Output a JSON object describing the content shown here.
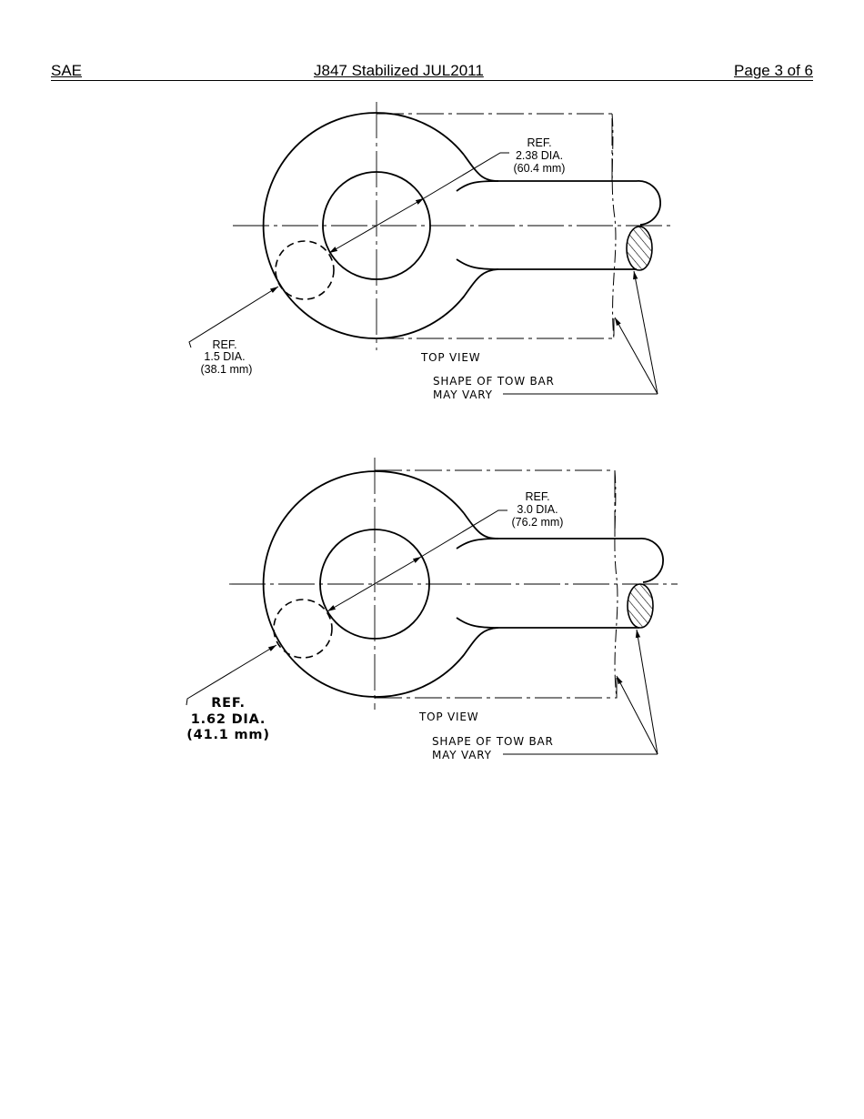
{
  "header": {
    "left": "SAE",
    "center": "J847 Stabilized JUL2011",
    "right": "Page 3 of 6"
  },
  "figures": [
    {
      "id": "figure-1",
      "large_dia_label": {
        "line1": "REF.",
        "line2": "2.38 DIA.",
        "line3": "(60.4 mm)"
      },
      "small_dia_label": {
        "line1": "REF.",
        "line2": "1.5  DIA.",
        "line3": "(38.1 mm)"
      },
      "view_label": "TOP VIEW",
      "note": {
        "line1": "SHAPE OF TOW BAR",
        "line2": "MAY VARY"
      }
    },
    {
      "id": "figure-2",
      "large_dia_label": {
        "line1": "REF.",
        "line2": "3.0 DIA.",
        "line3": "(76.2 mm)"
      },
      "small_dia_label": {
        "line1": "REF.",
        "line2": "1.62 DIA.",
        "line3": "(41.1 mm)"
      },
      "view_label": "TOP VIEW",
      "note": {
        "line1": "SHAPE OF TOW BAR",
        "line2": "MAY VARY"
      }
    }
  ]
}
